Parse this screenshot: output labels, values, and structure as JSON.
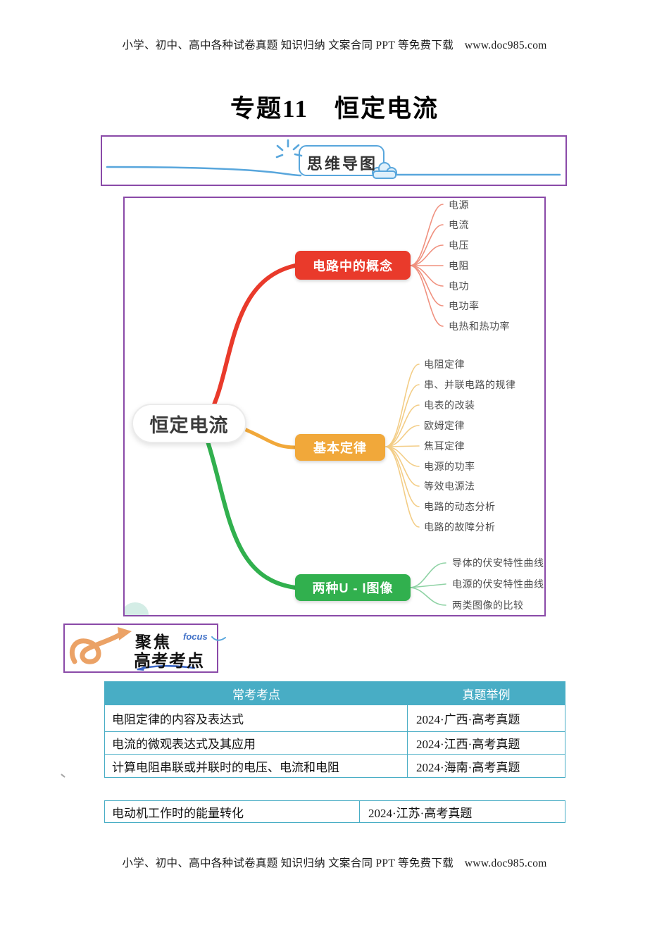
{
  "page": {
    "header_text": "小学、初中、高中各种试卷真题 知识归纳 文案合同 PPT 等免费下载　www.doc985.com",
    "title": "专题11　恒定电流",
    "footer_text": "小学、初中、高中各种试卷真题 知识归纳 文案合同 PPT 等免费下载　www.doc985.com"
  },
  "banner": {
    "label": "思维导图"
  },
  "mindmap": {
    "root_label": "恒定电流",
    "branches": [
      {
        "label": "电路中的概念",
        "color": "#e93a2b",
        "leaves": [
          "电源",
          "电流",
          "电压",
          "电阻",
          "电功",
          "电功率",
          "电热和热功率"
        ]
      },
      {
        "label": "基本定律",
        "color": "#f1a83a",
        "leaves": [
          "电阻定律",
          "串、并联电路的规律",
          "电表的改装",
          "欧姆定律",
          "焦耳定律",
          "电源的功率",
          "等效电源法",
          "电路的动态分析",
          "电路的故障分析"
        ]
      },
      {
        "label": "两种U - I图像",
        "color": "#31b04e",
        "leaves": [
          "导体的伏安特性曲线",
          "电源的伏安特性曲线",
          "两类图像的比较"
        ]
      }
    ]
  },
  "focus_badge": {
    "top_label": "聚焦",
    "focus_label": "focus",
    "bottom_label": "高考考点"
  },
  "exam_table": {
    "headers": [
      "常考考点",
      "真题举例"
    ],
    "rows": [
      {
        "topic": "电阻定律的内容及表达式",
        "example": "2024·广西·高考真题"
      },
      {
        "topic": "电流的微观表达式及其应用",
        "example": "2024·江西·高考真题"
      },
      {
        "topic": "计算电阻串联或并联时的电压、电流和电阻",
        "example": "2024·海南·高考真题"
      }
    ]
  },
  "extra_table": {
    "rows": [
      {
        "topic": "电动机工作时的能量转化",
        "example": "2024·江苏·高考真题"
      }
    ]
  },
  "colors": {
    "accent-purple": "#8a4aa8",
    "banner-blue": "#58a6dc",
    "table-teal": "#48adc5",
    "branch-red": "#e93a2b",
    "branch-red-light": "#f0917f",
    "branch-yellow": "#f1a83a",
    "branch-yellow-light": "#f3cd86",
    "branch-green": "#31b04e",
    "branch-green-light": "#8ed2a4"
  }
}
